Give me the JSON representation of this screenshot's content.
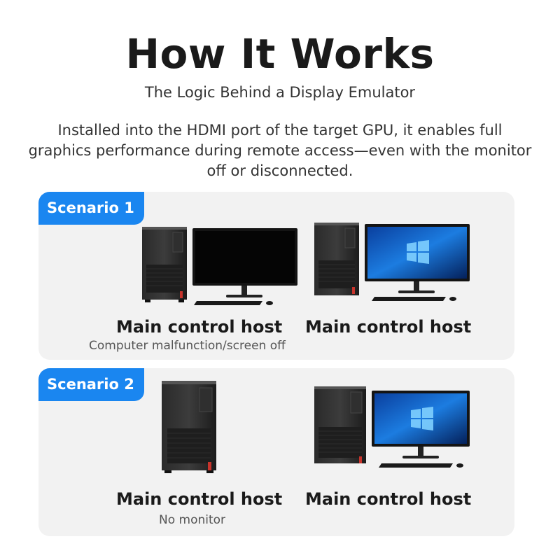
{
  "title": "How It Works",
  "subtitle": "The Logic Behind a Display Emulator",
  "description": "Installed into the HDMI port of the target GPU, it enables full graphics performance during remote access—even with the monitor off or disconnected.",
  "scenarios": [
    {
      "badge": "Scenario 1",
      "left": {
        "caption": "Main control host",
        "note": "Computer malfunction/screen off",
        "monitor": "off"
      },
      "right": {
        "caption": "Main control host",
        "monitor": "on"
      }
    },
    {
      "badge": "Scenario 2",
      "left": {
        "caption": "Main control host",
        "note": "No monitor",
        "monitor": "none"
      },
      "right": {
        "caption": "Main control host",
        "monitor": "on"
      }
    }
  ],
  "colors": {
    "badge": "#1a86f0",
    "panel": "#f2f2f2",
    "text": "#1a1a1a"
  }
}
